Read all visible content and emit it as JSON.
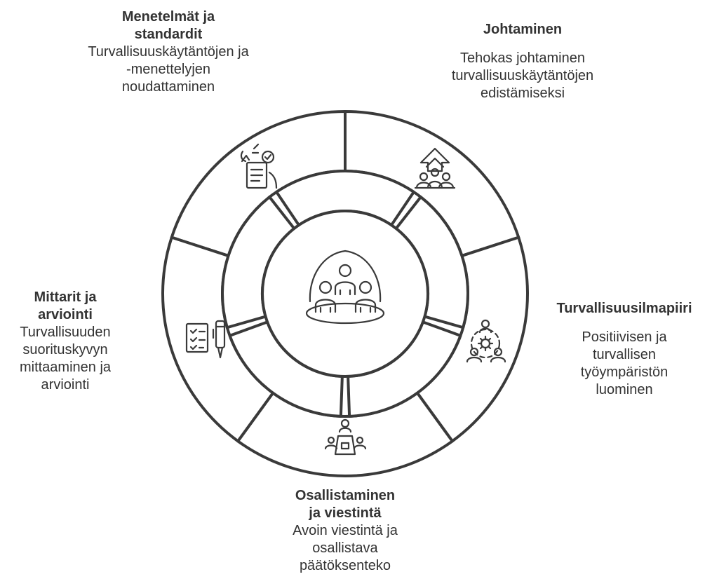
{
  "segments": [
    {
      "id": "menetelmat",
      "title": "Menetelmät ja\nstandardit",
      "description": "Turvallisuuskäytäntöjen ja\n-menettelyjen\nnoudattaminen",
      "icon": "checklist-person-icon"
    },
    {
      "id": "johtaminen",
      "title": "Johtaminen",
      "description": "Tehokas johtaminen\nturvallisuuskäytäntöjen\nedistämiseksi",
      "icon": "leadership-arrow-icon"
    },
    {
      "id": "ilmapiiri",
      "title": "Turvallisuusilmapiiri",
      "description": "Positiivisen ja\nturvallisen\ntyöympäristön\nluominen",
      "icon": "team-gear-icon"
    },
    {
      "id": "osallistaminen",
      "title": "Osallistaminen\nja viestintä",
      "description": "Avoin viestintä ja\nosallistava\npäätöksenteko",
      "icon": "meeting-table-icon"
    },
    {
      "id": "mittarit",
      "title": "Mittarit ja\narviointi",
      "description": "Turvallisuuden\nsuorituskyvyn\nmittaaminen ja\narviointi",
      "icon": "checklist-pen-icon"
    }
  ],
  "center": {
    "icon": "team-dome-icon"
  },
  "colors": {
    "stroke": "#3a3a3a",
    "text": "#333333",
    "background": "#ffffff"
  }
}
